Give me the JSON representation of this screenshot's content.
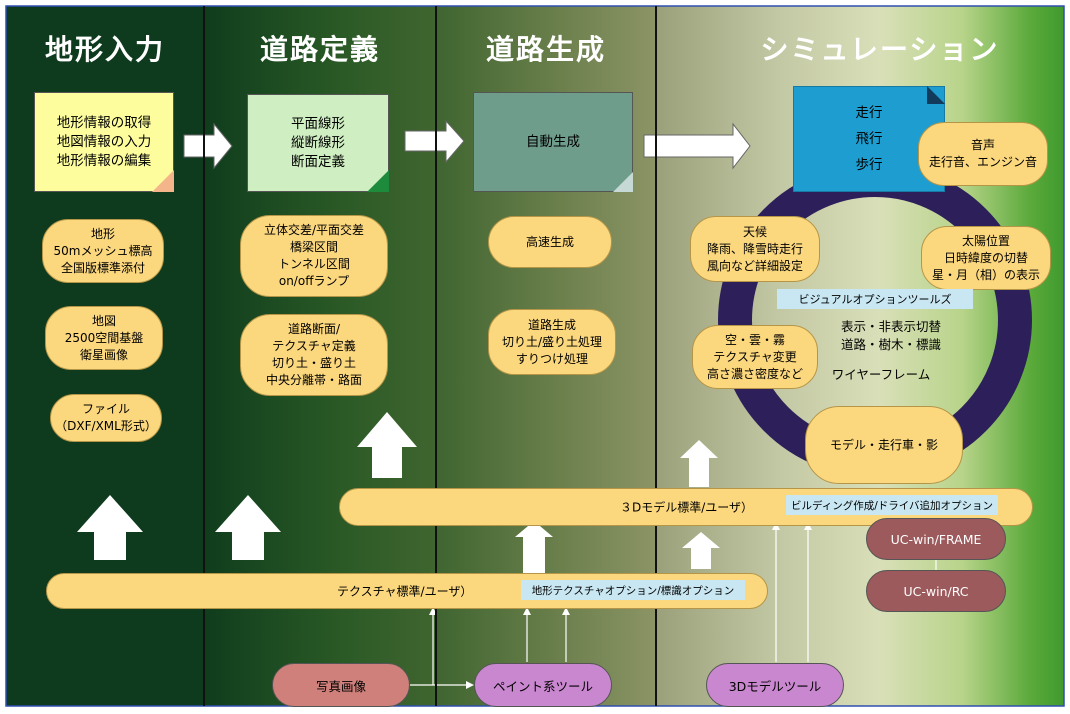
{
  "columns": {
    "terrain": {
      "title": "地形入力"
    },
    "road_def": {
      "title": "道路定義"
    },
    "road_gen": {
      "title": "道路生成"
    },
    "sim": {
      "title": "シミュレーション"
    }
  },
  "notes": {
    "terrain": [
      "地形情報の取得",
      "地図情報の入力",
      "地形情報の編集"
    ],
    "road_def": [
      "平面線形",
      "縦断線形",
      "断面定義"
    ],
    "road_gen": [
      "自動生成"
    ],
    "sim": [
      "走行",
      "飛行",
      "歩行"
    ]
  },
  "terrain_items": [
    [
      "地形",
      "50mメッシュ標高",
      "全国版標準添付"
    ],
    [
      "地図",
      "2500空間基盤",
      "衛星画像"
    ],
    [
      "ファイル",
      "（DXF/XML形式）"
    ]
  ],
  "road_def_items": [
    [
      "立体交差/平面交差",
      "橋梁区間",
      "トンネル区間",
      "on/offランプ"
    ],
    [
      "道路断面/",
      "テクスチャ定義",
      "切り土・盛り土",
      "中央分離帯・路面"
    ]
  ],
  "road_gen_items": [
    [
      "高速生成"
    ],
    [
      "道路生成",
      "切り土/盛り土処理",
      "すりつけ処理"
    ]
  ],
  "sim_items": {
    "sound": [
      "音声",
      "走行音、エンジン音"
    ],
    "weather": [
      "天候",
      "降雨、降雪時走行",
      "風向など詳細設定"
    ],
    "sun": [
      "太陽位置",
      "日時緯度の切替",
      "星・月（相）の表示"
    ],
    "sky": [
      "空・雲・霧",
      "テクスチャ変更",
      "高さ濃さ密度など"
    ],
    "model": [
      "モデル・走行車・影"
    ]
  },
  "visual_option": {
    "label": "ビジュアルオプションツールズ",
    "lines": [
      "表示・非表示切替",
      "道路・樹木・標識"
    ],
    "wireframe": "ワイヤーフレーム"
  },
  "bars": {
    "model3d": {
      "label": "３Dモデル標準/ユーザ）",
      "option": "ビルディング作成/ドライバ追加オプション"
    },
    "texture": {
      "label": "テクスチャ標準/ユーザ）",
      "option": "地形テクスチャオプション/標識オプション"
    }
  },
  "tools": {
    "photo": "写真画像",
    "paint": "ペイント系ツール",
    "model3d": "3Dモデルツール",
    "frame": "UC-win/FRAME",
    "rc": "UC-win/RC"
  },
  "colors": {
    "note_yellow": "#fdfd9d",
    "note_light_green": "#cfeec2",
    "note_teal": "#6f9d8c",
    "note_blue": "#1e9ed0",
    "pill": "#fbd77e",
    "tool_pink": "#cf807a",
    "tool_purple": "#c987cf",
    "tool_maroon": "#9c5a5c",
    "ring": "#2d1f59"
  }
}
